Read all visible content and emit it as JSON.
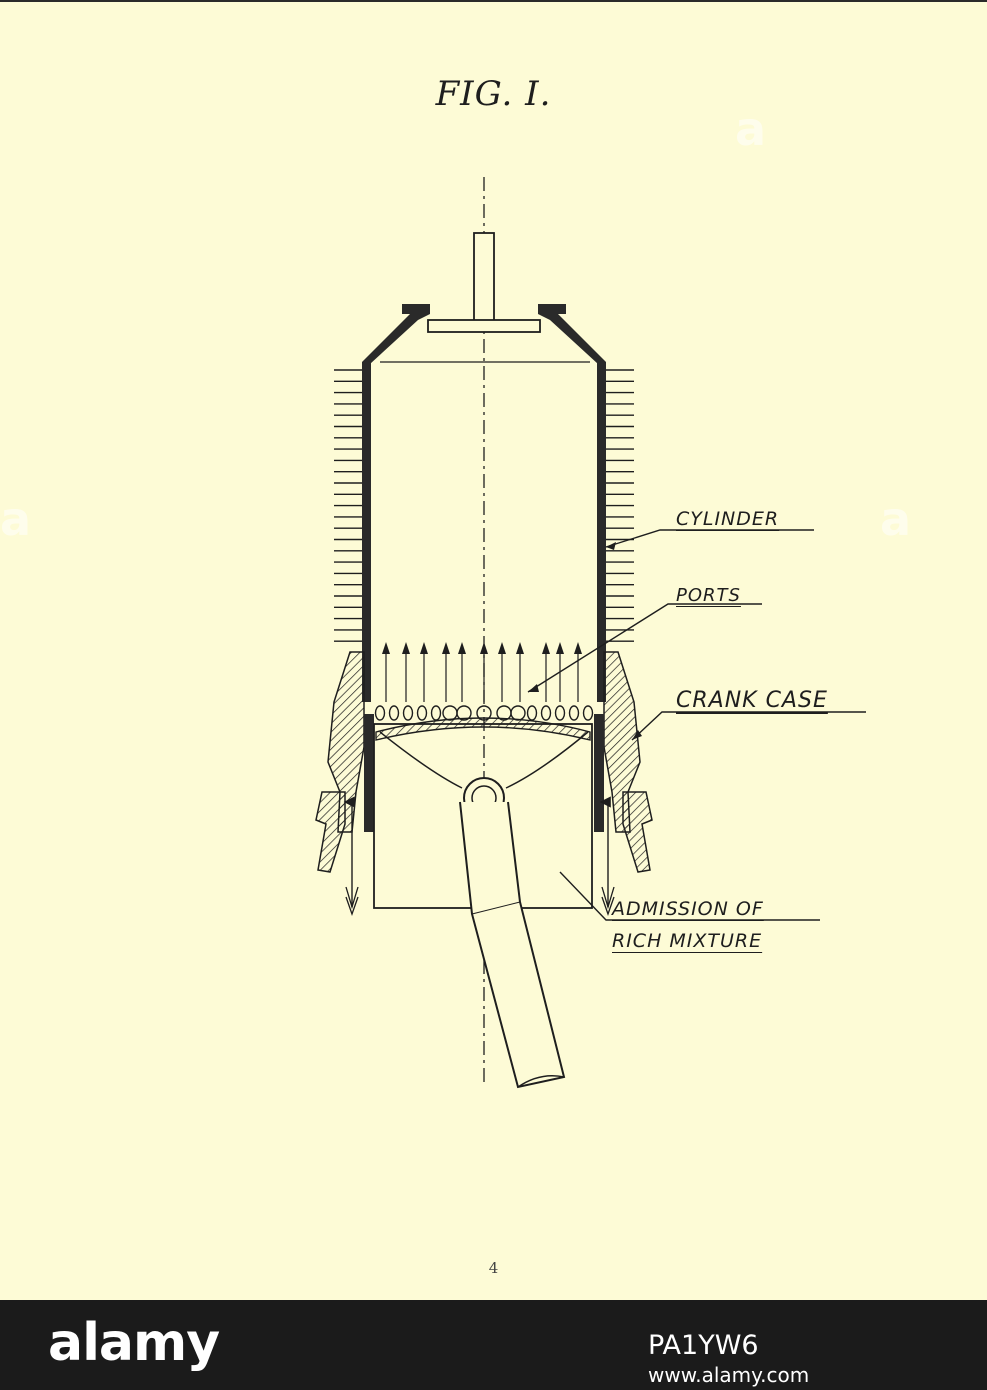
{
  "figure": {
    "title": "FIG. I.",
    "labels": {
      "cylinder": "CYLINDER",
      "ports": "PORTS",
      "crank_case": "CRANK CASE",
      "admission_line1": "ADMISSION OF",
      "admission_line2": "RICH MIXTURE"
    }
  },
  "page_number": "4",
  "watermark": {
    "logo": "alamy",
    "image_code": "PA1YW6",
    "site": "www.alamy.com"
  },
  "colors": {
    "paper": "#fdfbd6",
    "ink": "#1e1e1e",
    "bar": "#1b1b1b"
  }
}
